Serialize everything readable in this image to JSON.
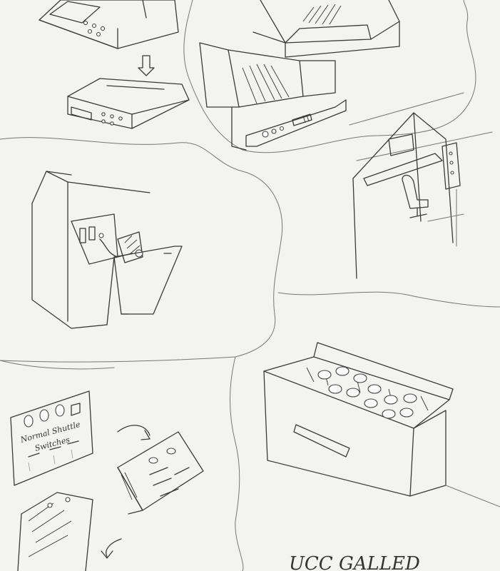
{
  "panel_labels": {
    "line_1": "Normal Shuttle",
    "line_2": "Switches"
  },
  "caption": "UCC GALLED",
  "colors": {
    "paper": "#f3f3f1",
    "graphite": "#3a3a3a",
    "paper_shadow": "#e4e4e2"
  }
}
